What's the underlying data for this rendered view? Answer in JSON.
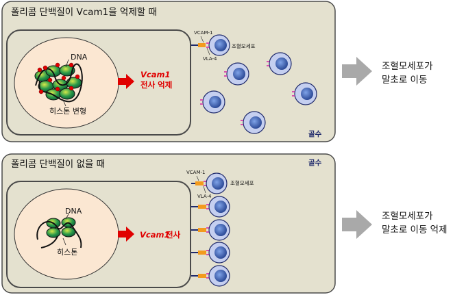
{
  "panels": [
    {
      "title": "폴리콤 단백질이 Vcam1을 억제할 때",
      "location_label": "골수",
      "dna_label": "DNA",
      "histone_label": "히스톤 변형",
      "transcription_gene": "Vcam1",
      "transcription_text": "전사 억제",
      "vcam_label": "VCAM-1",
      "vla_label": "VLA-4",
      "cell_label": "조혈모세포",
      "outcome_line1": "조혈모세포가",
      "outcome_line2": "말초로 이동"
    },
    {
      "title": "폴리콤 단백질이 없을 때",
      "location_label": "골수",
      "dna_label": "DNA",
      "histone_label": "히스톤",
      "transcription_gene": "Vcam1",
      "transcription_text": "전사",
      "vcam_label": "VCAM-1",
      "vla_label": "VLA-4",
      "cell_label": "조혈모세포",
      "outcome_line1": "조혈모세포가",
      "outcome_line2": "말초로 이동 억제"
    }
  ],
  "colors": {
    "panel_bg": "#e4e1cf",
    "nucleus_bg": "#fbe7d2",
    "cell_fill": "#c5cff0",
    "nucleus_dark": "#2f4c9a",
    "vcam_orange": "#f39a1d",
    "vla_pink": "#d64fb0",
    "arrow_red": "#e00000",
    "arrow_gray": "#a9a9a9"
  }
}
